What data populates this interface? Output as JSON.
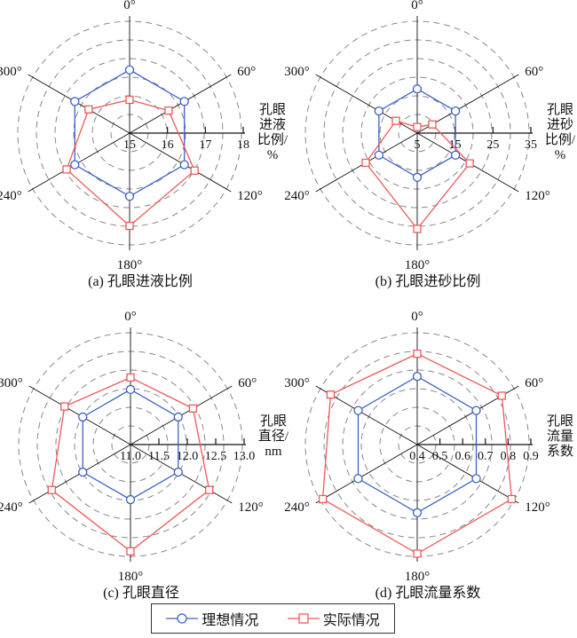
{
  "colors": {
    "ideal": "#3a62c4",
    "actual": "#ee5a5a",
    "grid": "#888888",
    "axis": "#111111"
  },
  "legend": {
    "ideal": "理想情况",
    "actual": "实际情况"
  },
  "chart_data": [
    {
      "type": "radar",
      "caption": "(a) 孔眼进液比例",
      "axis_label": [
        "孔眼",
        "进液",
        "比例/",
        "%"
      ],
      "angles": [
        "0°",
        "60°",
        "120°",
        "180°",
        "240°",
        "300°"
      ],
      "rmin": 15,
      "rmax": 18,
      "ticks": [
        "15",
        "16",
        "17",
        "18"
      ],
      "tick_values": [
        15,
        16,
        17,
        18
      ],
      "series": [
        {
          "name": "理想情况",
          "values": [
            16.67,
            16.67,
            16.67,
            16.67,
            16.67,
            16.67
          ]
        },
        {
          "name": "实际情况",
          "values": [
            15.88,
            16.19,
            16.98,
            17.45,
            16.92,
            16.25
          ]
        }
      ]
    },
    {
      "type": "radar",
      "caption": "(b) 孔眼进砂比例",
      "axis_label": [
        "孔眼",
        "进砂",
        "比例/",
        "%"
      ],
      "angles": [
        "0°",
        "60°",
        "120°",
        "180°",
        "240°",
        "300°"
      ],
      "rmin": 5,
      "rmax": 35,
      "ticks": [
        "5",
        "15",
        "25",
        "35"
      ],
      "tick_values": [
        5,
        15,
        25,
        35
      ],
      "series": [
        {
          "name": "理想情况",
          "values": [
            16.67,
            16.67,
            16.67,
            16.67,
            16.67,
            16.67
          ]
        },
        {
          "name": "实际情况",
          "values": [
            6.6,
            9.6,
            21.0,
            30.3,
            20.7,
            11.5
          ]
        }
      ]
    },
    {
      "type": "radar",
      "caption": "(c) 孔眼直径",
      "axis_label": [
        "孔眼",
        "直径/",
        "nm"
      ],
      "angles": [
        "0°",
        "60°",
        "120°",
        "180°",
        "240°",
        "300°"
      ],
      "rmin": 11.0,
      "rmax": 13.0,
      "ticks": [
        "11.0",
        "11.5",
        "12.0",
        "12.5",
        "13.0"
      ],
      "tick_values": [
        11.0,
        11.5,
        12.0,
        12.5,
        13.0
      ],
      "series": [
        {
          "name": "理想情况",
          "values": [
            11.97,
            11.97,
            11.97,
            11.97,
            11.97,
            11.97
          ]
        },
        {
          "name": "实际情况",
          "values": [
            12.18,
            12.27,
            12.6,
            12.88,
            12.6,
            12.34
          ]
        }
      ]
    },
    {
      "type": "radar",
      "caption": "(d) 孔眼流量系数",
      "axis_label": [
        "孔眼",
        "流量",
        "系数"
      ],
      "angles": [
        "0°",
        "60°",
        "120°",
        "180°",
        "240°",
        "300°"
      ],
      "rmin": 0.4,
      "rmax": 0.9,
      "ticks": [
        "0.4",
        "0.5",
        "0.6",
        "0.7",
        "0.8",
        "0.9"
      ],
      "tick_values": [
        0.4,
        0.5,
        0.6,
        0.7,
        0.8,
        0.9
      ],
      "series": [
        {
          "name": "理想情况",
          "values": [
            0.7,
            0.7,
            0.7,
            0.7,
            0.7,
            0.7
          ]
        },
        {
          "name": "实际情况",
          "values": [
            0.8,
            0.83,
            0.88,
            0.88,
            0.88,
            0.84
          ]
        }
      ]
    }
  ]
}
